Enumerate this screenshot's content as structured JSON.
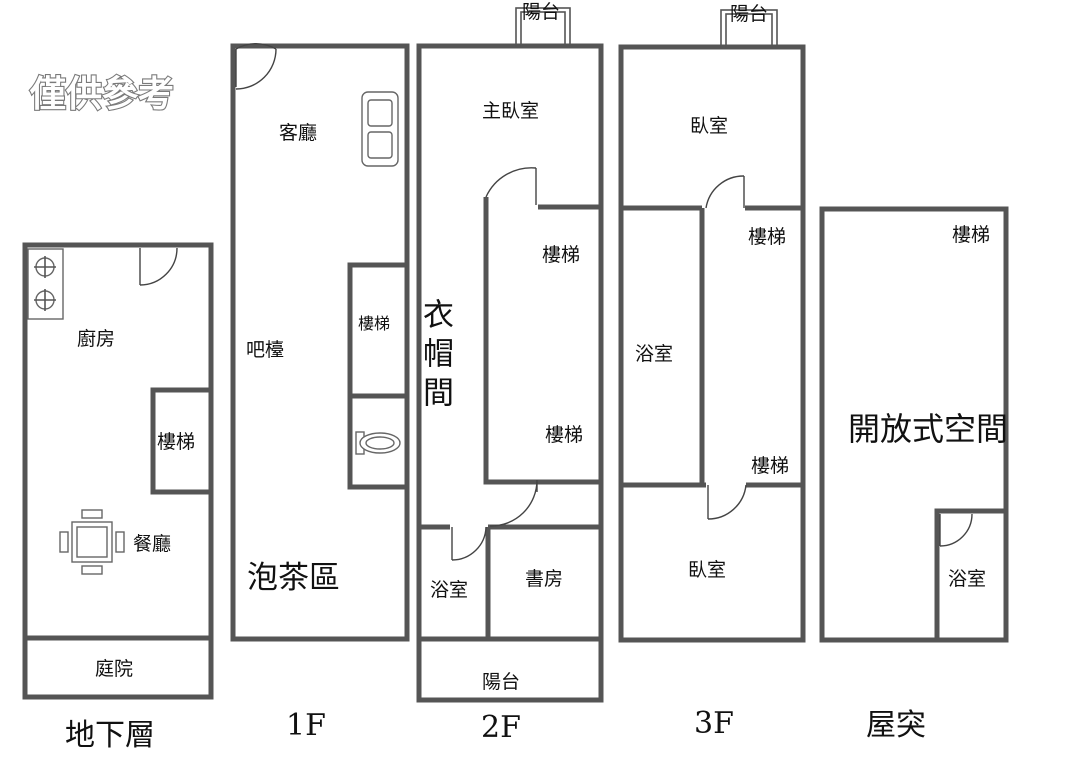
{
  "watermark": "僅供參考",
  "floors": {
    "basement": {
      "label": "地下層",
      "rooms": {
        "kitchen": "廚房",
        "stairs": "樓梯",
        "dining": "餐廳",
        "courtyard": "庭院"
      }
    },
    "f1": {
      "label": "1F",
      "rooms": {
        "living": "客廳",
        "stairs": "樓梯",
        "bar": "吧檯",
        "tea": "泡茶區"
      }
    },
    "f2": {
      "label": "2F",
      "rooms": {
        "balcony_top": "陽台",
        "master": "主臥室",
        "stairs_a": "樓梯",
        "closet": "衣帽間",
        "stairs_b": "樓梯",
        "bath": "浴室",
        "study": "書房",
        "balcony_bottom": "陽台"
      }
    },
    "f3": {
      "label": "3F",
      "rooms": {
        "balcony_top": "陽台",
        "bedroom_top": "臥室",
        "stairs_a": "樓梯",
        "bath": "浴室",
        "stairs_b": "樓梯",
        "bedroom_bottom": "臥室"
      }
    },
    "roof": {
      "label": "屋突",
      "rooms": {
        "stairs": "樓梯",
        "open": "開放式空間",
        "bath": "浴室"
      }
    }
  }
}
